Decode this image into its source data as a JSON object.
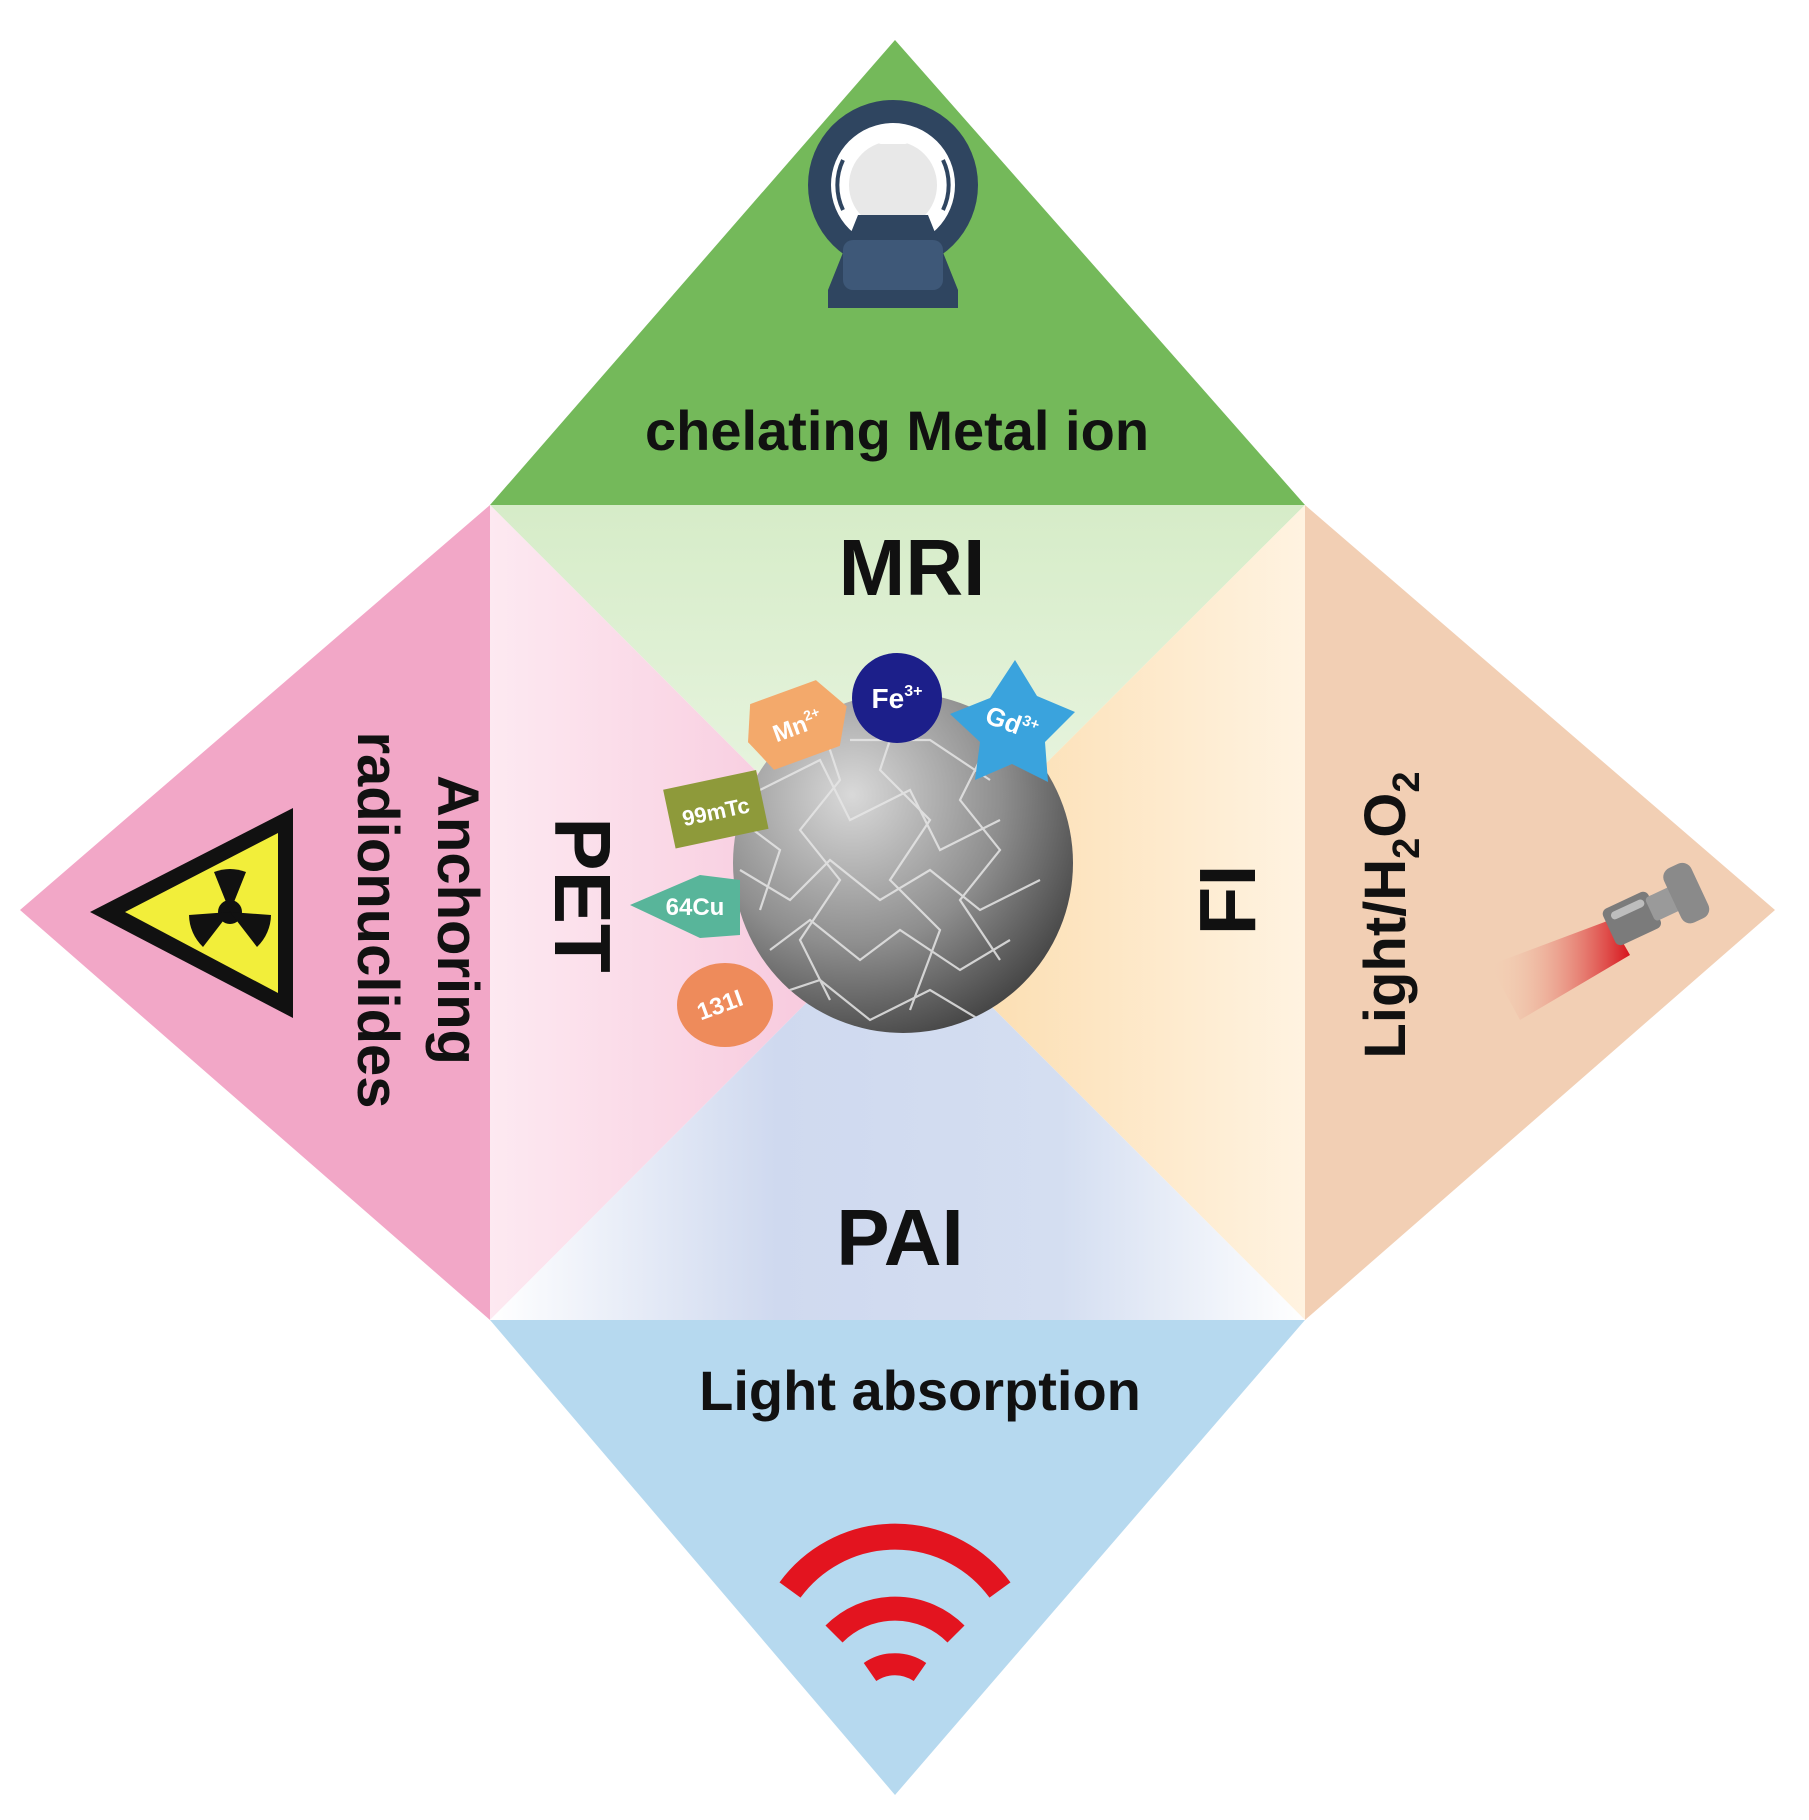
{
  "diagram": {
    "top": {
      "mechanism": "chelating Metal ion",
      "modality": "MRI",
      "color": "#74b95a"
    },
    "left": {
      "mechanism_line1": "Anchoring",
      "mechanism_line2": "radionuclides",
      "modality": "PET",
      "color": "#f2a7c7"
    },
    "right": {
      "mechanism_prefix": "Light/H",
      "mechanism_sub1": "2",
      "mechanism_mid": "O",
      "mechanism_sub2": "2",
      "modality": "FI",
      "color": "#f2cfb4"
    },
    "bottom": {
      "mechanism": "Light absorption",
      "modality": "PAI",
      "color": "#b6d9ef"
    },
    "ions": [
      {
        "label": "Fe",
        "sup": "3+",
        "color": "#1c1f8a"
      },
      {
        "label": "Gd",
        "sup": "3+",
        "color": "#3aa3dd"
      },
      {
        "label": "Mn",
        "sup": "2+",
        "color": "#f3a96b"
      },
      {
        "label": "99mTc",
        "color": "#8e9a3a"
      },
      {
        "label": "64Cu",
        "color": "#58b59a"
      },
      {
        "label": "131I",
        "color": "#ee8b5b"
      }
    ],
    "icons": {
      "top": "mri-scanner-icon",
      "left": "radiation-hazard-icon",
      "right": "laser-light-icon",
      "bottom": "signal-waves-icon",
      "center": "nanoparticle-icon"
    }
  }
}
